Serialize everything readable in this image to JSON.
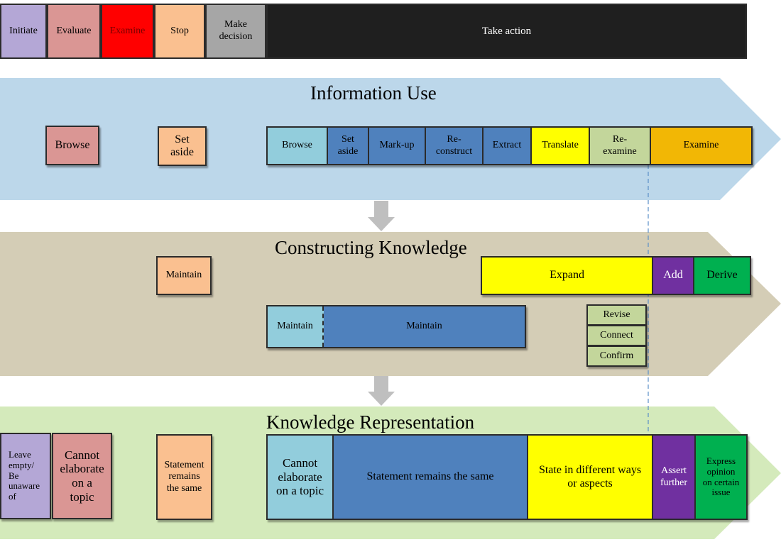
{
  "colors": {
    "lavender": "#b4a7d6",
    "rose": "#da9694",
    "red": "#ff0000",
    "peach": "#fac090",
    "grey": "#a6a6a6",
    "black": "#1f1f1f",
    "lightblue": "#92cddc",
    "blue": "#4f81bd",
    "yellow": "#ffff00",
    "sage": "#c3d69b",
    "amber": "#f2b705",
    "purple": "#7030a0",
    "green": "#00b050",
    "band_blue": "#bcd7ea",
    "band_tan": "#d4cdb6",
    "band_green": "#d4eabb",
    "arrow_grey": "#bfbfbf"
  },
  "header": {
    "stages": [
      "Initiate",
      "Evaluate",
      "Examine",
      "Stop",
      "Make decision",
      "Take action"
    ]
  },
  "information_use": {
    "title": "Information Use",
    "left_boxes": [
      "Browse",
      "Set aside"
    ],
    "steps": [
      "Browse",
      "Set aside",
      "Mark-up",
      "Re-construct",
      "Extract",
      "Translate",
      "Re-examine",
      "Examine"
    ]
  },
  "constructing_knowledge": {
    "title": "Constructing Knowledge",
    "left_box": "Maintain",
    "upper_row": [
      "Expand",
      "Add",
      "Derive"
    ],
    "lower_row": [
      "Maintain",
      "Maintain"
    ],
    "stack": [
      "Revise",
      "Connect",
      "Confirm"
    ]
  },
  "knowledge_representation": {
    "title": "Knowledge Representation",
    "left_boxes": [
      "Leave empty/ Be unaware of",
      "Cannot elaborate on a topic",
      "Statement remains the same"
    ],
    "row": [
      "Cannot elaborate on a topic",
      "Statement remains the same",
      "State in different ways or aspects",
      "Assert further",
      "Express opinion on certain issue"
    ]
  }
}
